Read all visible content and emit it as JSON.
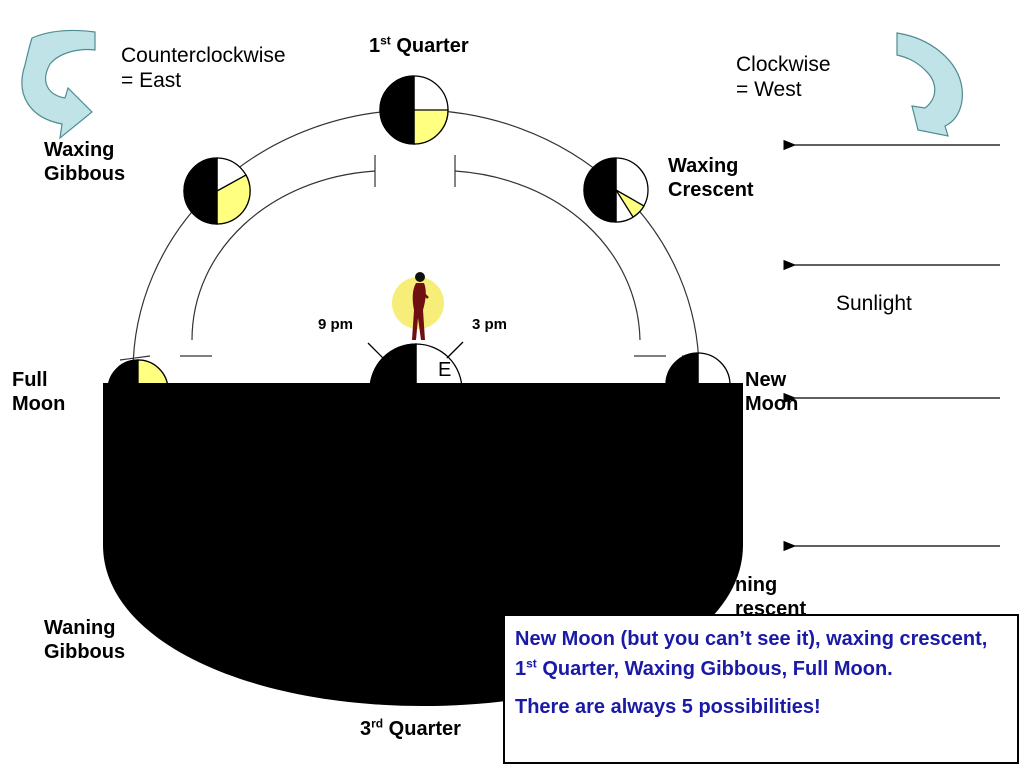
{
  "labels": {
    "counterclockwise": [
      "Counterclockwise",
      "= East"
    ],
    "clockwise": [
      "Clockwise",
      "= West"
    ],
    "first_quarter": {
      "main": "1",
      "sup": "st",
      "rest": " Quarter"
    },
    "third_quarter": {
      "main": "3",
      "sup": "rd",
      "rest": " Quarter"
    },
    "waxing_gibbous": [
      "Waxing",
      "Gibbous"
    ],
    "waxing_crescent": [
      "Waxing",
      "Crescent"
    ],
    "full_moon": [
      "Full",
      "Moon"
    ],
    "new_moon": [
      "New",
      "Moon"
    ],
    "waning_gibbous": [
      "Waning",
      "Gibbous"
    ],
    "waning_crescent_partial": [
      "ning",
      "rescent"
    ],
    "sunlight": "Sunlight",
    "time_9pm": "9 pm",
    "time_3pm": "3 pm",
    "earth_letter": "E"
  },
  "info_box": {
    "line1_a": "New Moon (but you can’t see it), waxing crescent, 1",
    "line1_sup": "st",
    "line1_b": " Quarter, Waxing Gibbous, Full Moon.",
    "line2": "There are always 5 possibilities!"
  },
  "colors": {
    "moon_lit": "#ffff80",
    "moon_dark": "#000000",
    "arrow_fill": "#bfe3e6",
    "arrow_stroke": "#4f8c92",
    "info_text": "#1a1aa6",
    "observer_glow": "#f7ee7a",
    "observer_figure": "#6e0f12"
  }
}
